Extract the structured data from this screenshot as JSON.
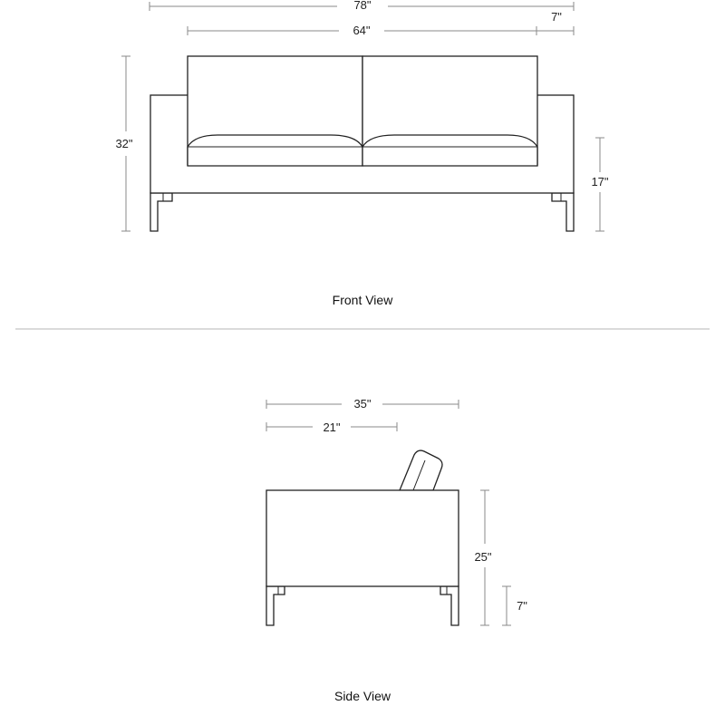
{
  "front_view": {
    "title": "Front View",
    "dimensions": {
      "overall_width": "78\"",
      "back_width": "64\"",
      "arm_width": "7\"",
      "overall_height": "32\"",
      "seat_height": "17\""
    }
  },
  "side_view": {
    "title": "Side View",
    "dimensions": {
      "overall_depth": "35\"",
      "seat_depth": "21\"",
      "arm_height": "25\"",
      "leg_height": "7\""
    }
  },
  "colors": {
    "line": "#222222",
    "dimension": "#8a8a8a",
    "divider": "#b5b5b5"
  }
}
